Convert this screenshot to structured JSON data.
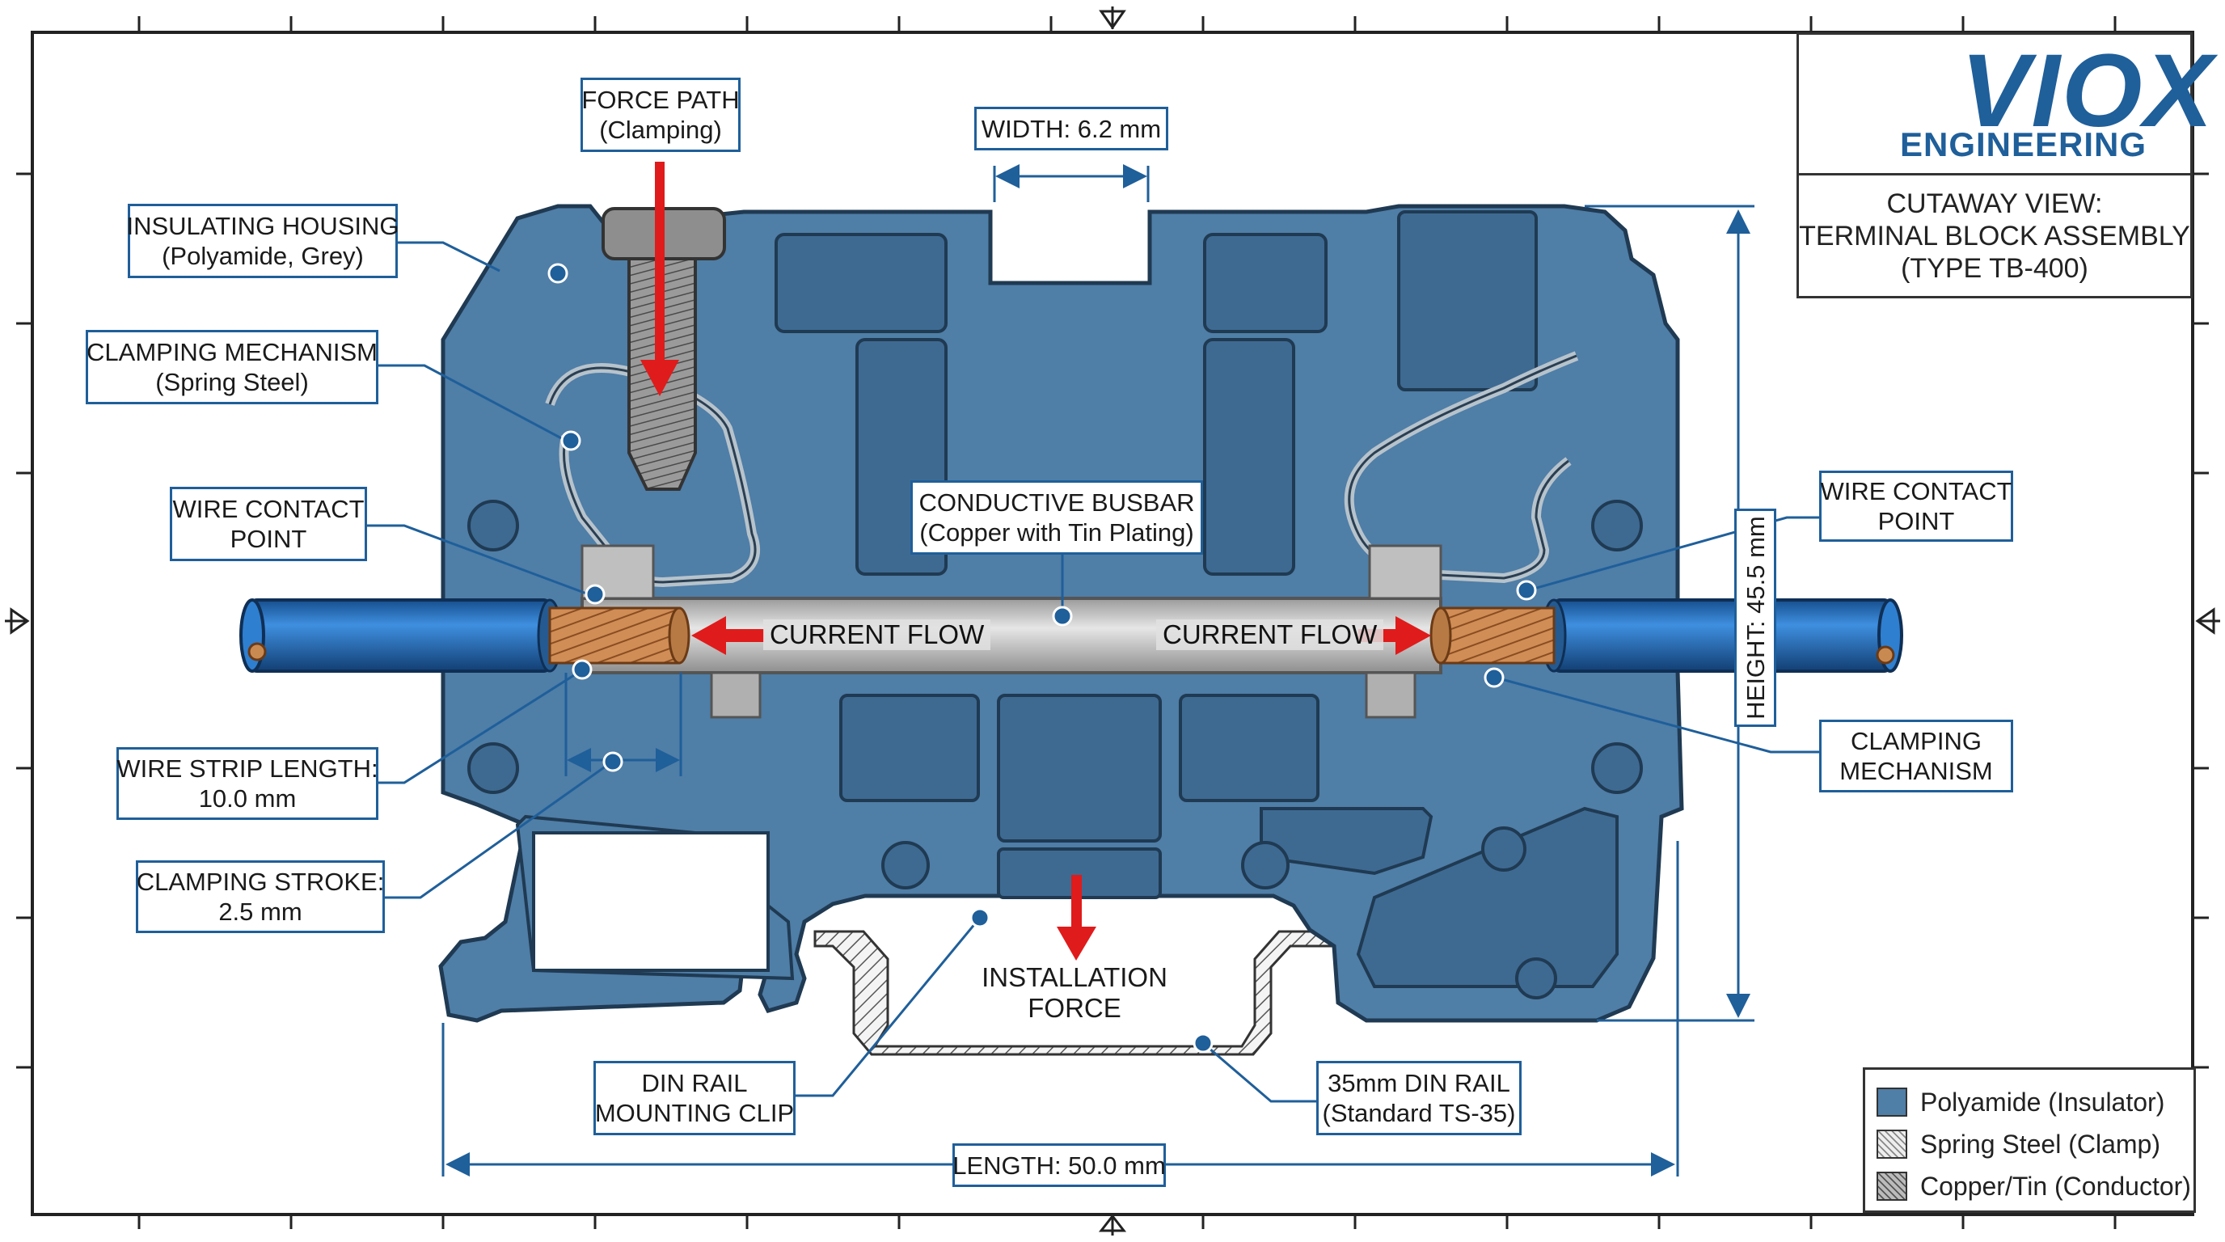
{
  "logo": {
    "brand": "VIOX",
    "sub": "ENGINEERING"
  },
  "title": {
    "line1": "CUTAWAY VIEW:",
    "line2": "TERMINAL BLOCK ASSEMBLY",
    "line3": "(TYPE TB-400)"
  },
  "labels": {
    "force_path": [
      "FORCE PATH",
      "(Clamping)"
    ],
    "width": "WIDTH: 6.2 mm",
    "insulating_housing": [
      "INSULATING HOUSING",
      "(Polyamide, Grey)"
    ],
    "clamping_mechanism_left": [
      "CLAMPING MECHANISM",
      "(Spring Steel)"
    ],
    "wire_contact_left": [
      "WIRE CONTACT",
      "POINT"
    ],
    "conductive_busbar": [
      "CONDUCTIVE BUSBAR",
      "(Copper with Tin Plating)"
    ],
    "wire_contact_right": [
      "WIRE CONTACT",
      "POINT"
    ],
    "current_flow_left": "CURRENT FLOW",
    "current_flow_right": "CURRENT FLOW",
    "height": "HEIGHT: 45.5 mm",
    "wire_strip_length": [
      "WIRE STRIP LENGTH:",
      "10.0 mm"
    ],
    "clamping_mechanism_right": [
      "CLAMPING",
      "MECHANISM"
    ],
    "clamping_stroke": [
      "CLAMPING STROKE:",
      "2.5 mm"
    ],
    "installation_force": [
      "INSTALLATION",
      "FORCE"
    ],
    "din_rail_clip": [
      "DIN RAIL",
      "MOUNTING CLIP"
    ],
    "din_rail": [
      "35mm DIN RAIL",
      "(Standard TS-35)"
    ],
    "length": "LENGTH: 50.0 mm"
  },
  "legend": [
    {
      "label": "Polyamide (Insulator)",
      "swatch": "polyamide"
    },
    {
      "label": "Spring Steel (Clamp)",
      "swatch": "steel"
    },
    {
      "label": "Copper/Tin (Conductor)",
      "swatch": "copper"
    }
  ],
  "colors": {
    "housing": "#4f7ea7",
    "housing_dark": "#3b6488",
    "outline": "#1f3a52",
    "leader": "#1f5f9a",
    "wire": "#1f6fc0",
    "copper": "#c98a52",
    "arrow_red": "#e01b1b",
    "busbar": "#c8c8c8"
  }
}
